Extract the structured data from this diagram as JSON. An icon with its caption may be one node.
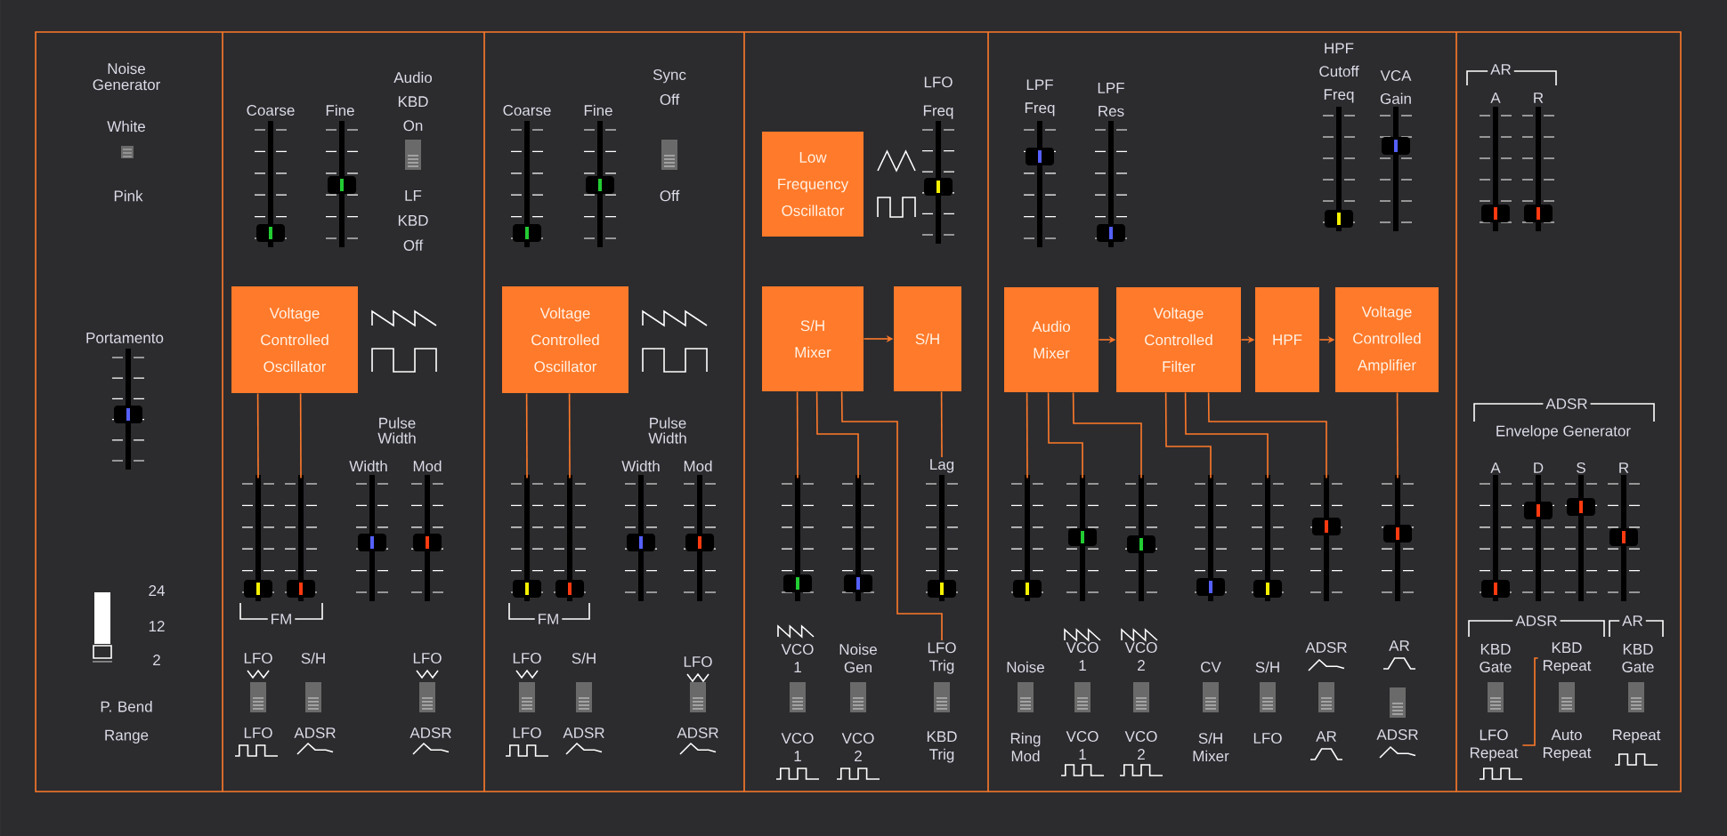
{
  "diagram": {
    "nodes": [
      {
        "text": [
          "Voltage Controlled Oscillator"
        ]
      },
      {
        "text": [],
        "shape": "slider"
      },
      {
        "text": [],
        "shape": "slider"
      },
      {
        "text": [
          "Voltage Controlled Oscillator"
        ]
      },
      {
        "text": [],
        "shape": "slider"
      },
      {
        "text": [],
        "shape": "slider"
      },
      {
        "text": [
          "Low Frequency Oscillator"
        ]
      },
      {
        "text": [
          "S/H Mixer"
        ]
      },
      {
        "text": [
          "S/H"
        ]
      },
      {
        "text": [
          "Lag"
        ]
      },
      {
        "text": [],
        "shape": "slider"
      },
      {
        "text": [],
        "shape": "slider"
      },
      {
        "text": [
          "LFO Trig"
        ]
      },
      {
        "text": [
          "Audio Mixer"
        ]
      },
      {
        "text": [
          "Voltage Controlled Filter"
        ]
      },
      {
        "text": [
          "HPF"
        ]
      },
      {
        "text": [
          "Voltage Controlled Amplifier"
        ]
      },
      {
        "text": [],
        "shape": "slider"
      },
      {
        "text": [],
        "shape": "slider"
      },
      {
        "text": [],
        "shape": "slider"
      },
      {
        "text": [],
        "shape": "slider"
      },
      {
        "text": [],
        "shape": "slider"
      },
      {
        "text": [],
        "shape": "slider"
      },
      {
        "text": [],
        "shape": "slider"
      },
      {
        "text": [
          "KBD Repeat"
        ]
      },
      {
        "text": [
          "LFO Repeat"
        ]
      },
      {
        "text": [],
        "shape": "slider"
      },
      {
        "text": [],
        "shape": "slider"
      },
      {
        "text": [],
        "shape": "slider"
      },
      {
        "text": [],
        "shape": "slider"
      },
      {
        "text": [],
        "shape": "slider"
      },
      {
        "text": [],
        "shape": "slider"
      },
      {
        "text": [],
        "shape": "slider"
      },
      {
        "text": [],
        "shape": "slider"
      },
      {
        "text": [],
        "shape": "slider"
      },
      {
        "text": [],
        "shape": "slider"
      },
      {
        "text": [],
        "shape": "slider"
      },
      {
        "text": [],
        "shape": "slider"
      },
      {
        "text": [],
        "shape": "slider"
      },
      {
        "text": [],
        "shape": "slider"
      },
      {
        "text": [],
        "shape": "slider"
      },
      {
        "text": [],
        "shape": "slider"
      },
      {
        "text": [],
        "shape": "slider"
      },
      {
        "text": [],
        "shape": "slider"
      },
      {
        "text": [],
        "shape": "slider"
      },
      {
        "text": [],
        "shape": "slider"
      },
      {
        "text": [],
        "shape": "slider"
      }
    ],
    "edges": [
      {
        "from": 0,
        "to": 1,
        "arrow": "none"
      },
      {
        "from": 0,
        "to": 2,
        "arrow": "none"
      },
      {
        "from": 3,
        "to": 4,
        "arrow": "none"
      },
      {
        "from": 3,
        "to": 5,
        "arrow": "none"
      },
      {
        "from": 7,
        "to": 8,
        "arrow": "to"
      },
      {
        "from": 8,
        "to": 9,
        "arrow": "none"
      },
      {
        "from": 7,
        "to": 10,
        "arrow": "none"
      },
      {
        "from": 7,
        "to": 11,
        "arrow": "none"
      },
      {
        "from": 7,
        "to": 12,
        "arrow": "none"
      },
      {
        "from": 13,
        "to": 14,
        "arrow": "to"
      },
      {
        "from": 14,
        "to": 15,
        "arrow": "to"
      },
      {
        "from": 15,
        "to": 16,
        "arrow": "to"
      },
      {
        "from": 13,
        "to": 17,
        "arrow": "none"
      },
      {
        "from": 13,
        "to": 18,
        "arrow": "none"
      },
      {
        "from": 13,
        "to": 19,
        "arrow": "none"
      },
      {
        "from": 14,
        "to": 20,
        "arrow": "none"
      },
      {
        "from": 14,
        "to": 21,
        "arrow": "none"
      },
      {
        "from": 14,
        "to": 22,
        "arrow": "none"
      },
      {
        "from": 16,
        "to": 23,
        "arrow": "none"
      },
      {
        "from": 24,
        "to": 25,
        "arrow": "none"
      }
    ],
    "labels": [
      "Noise Generator",
      "White",
      "Pink",
      "Portamento",
      "24",
      "12",
      "2",
      "P. Bend Range",
      "Audio KBD On",
      "Coarse",
      "Fine",
      "LF KBD Off",
      "Pulse Width",
      "Width",
      "Mod",
      "FM",
      "LFO",
      "S/H",
      "LFO",
      "LFO",
      "ADSR",
      "ADSR",
      "Sync Off",
      "Coarse",
      "Fine",
      "Off",
      "Pulse Width",
      "Width",
      "Mod",
      "FM",
      "LFO",
      "S/H",
      "LFO",
      "LFO",
      "ADSR",
      "ADSR",
      "LFO Freq",
      "VCO 1",
      "Noise Gen",
      "VCO 1",
      "VCO 2",
      "KBD Trig",
      "LPF Freq",
      "LPF Res",
      "HPF Cutoff Freq",
      "VCA Gain",
      "VCO 1",
      "VCO 2",
      "Noise",
      "CV",
      "S/H",
      "ADSR",
      "AR",
      "Ring Mod",
      "VCO 1",
      "VCO 2",
      "S/H Mixer",
      "LFO",
      "AR",
      "ADSR",
      "AR",
      "A",
      "R",
      "ADSR",
      "Envelope Generator",
      "A",
      "D",
      "S",
      "R",
      "ADSR",
      "AR",
      "KBD Gate",
      "KBD Gate",
      "Auto Repeat",
      "Repeat"
    ]
  }
}
